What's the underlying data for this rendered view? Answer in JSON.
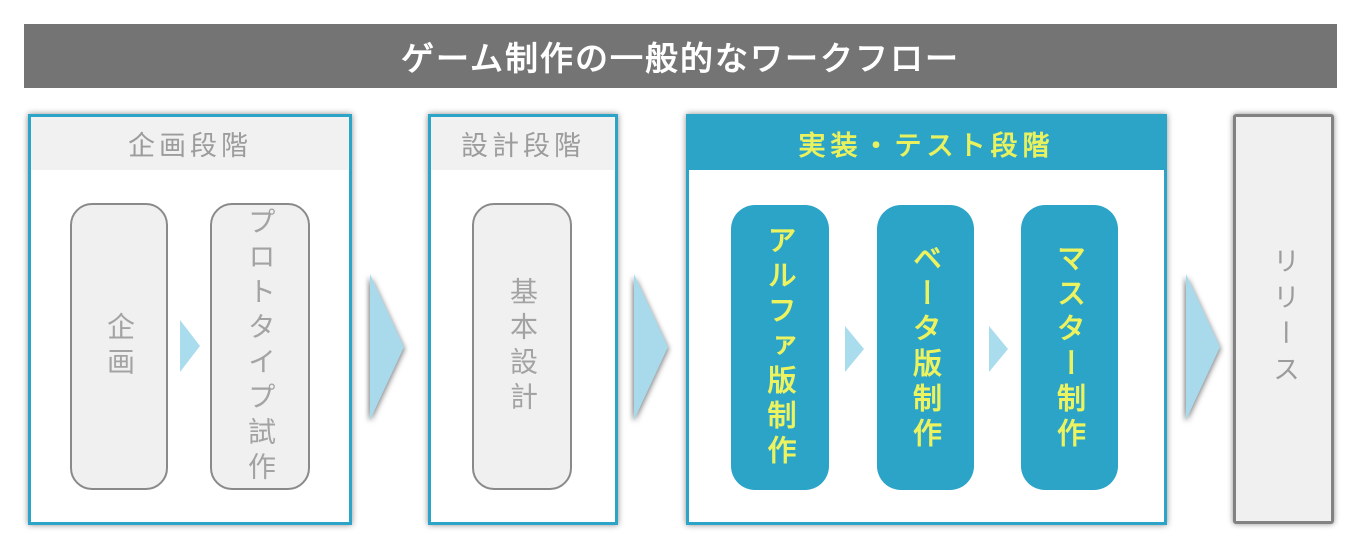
{
  "title": "ゲーム制作の一般的なワークフロー",
  "sections": [
    {
      "label": "企画段階",
      "items": [
        "企画",
        "プロトタイプ試作"
      ]
    },
    {
      "label": "設計段階",
      "items": [
        "基本設計"
      ]
    },
    {
      "label": "実装・テスト段階",
      "items": [
        "アルファ版制作",
        "ベータ版制作",
        "マスター制作"
      ]
    }
  ],
  "release_label": "リリース",
  "icons": {
    "step_arrow": "right-triangle",
    "stage_arrow": "right-triangle"
  },
  "colors": {
    "title_bar_bg": "#747474",
    "title_text": "#FFFFFF",
    "accent_teal": "#2BA4C8",
    "accent_yellow": "#E9F25E",
    "arrow_blue": "#A9DAEB",
    "panel_header_bg": "#F1F1F1",
    "node_fill": "#F0F0F0",
    "node_border": "#8A8A8A",
    "gray_text": "#9C9C9C"
  }
}
